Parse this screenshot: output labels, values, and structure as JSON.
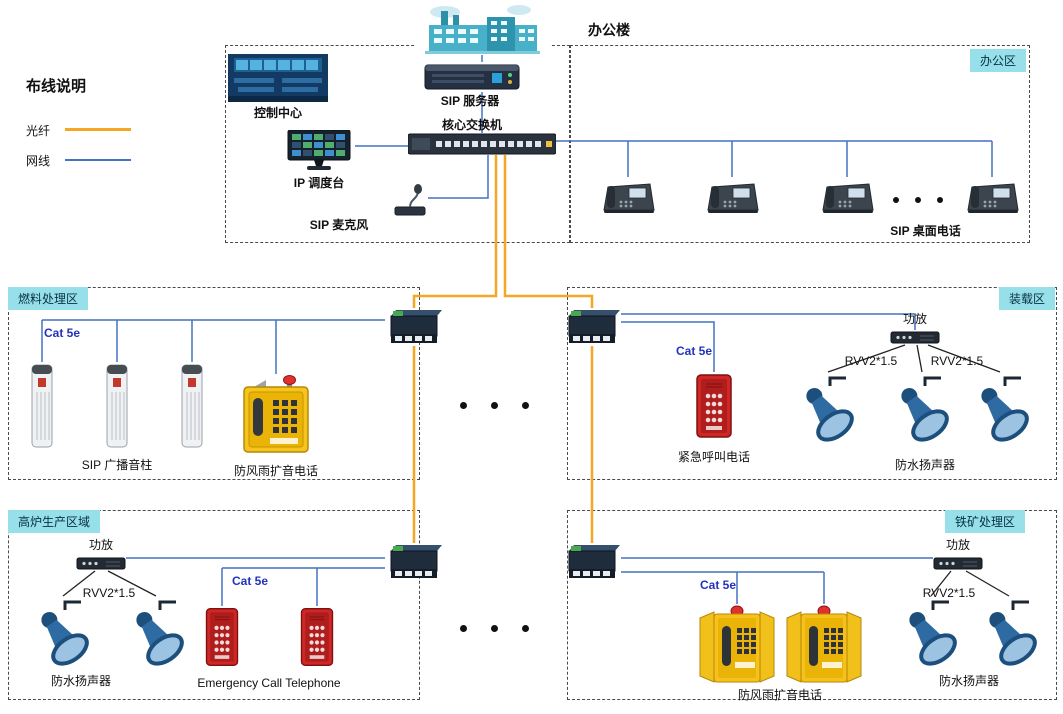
{
  "colors": {
    "fiber": "#F5A623",
    "network": "#4472C4",
    "speaker_wire": "#222222",
    "area_tag_bg": "#97E0EA",
    "area_tag_text": "#06313F"
  },
  "legend": {
    "title": "布线说明",
    "fiber_label": "光纤",
    "network_label": "网线"
  },
  "top": {
    "building_label": "办公楼",
    "control_center_label": "控制中心",
    "sip_server_label": "SIP 服务器",
    "core_switch_label": "核心交换机",
    "dispatch_label": "IP 调度台",
    "mic_label": "SIP 麦克风",
    "office_area_label": "办公区",
    "desk_phone_label": "SIP 桌面电话"
  },
  "areas": {
    "fuel": {
      "name": "燃料处理区",
      "cat5e": "Cat 5e",
      "column_label": "SIP 广播音柱",
      "phone_label": "防风雨扩音电话"
    },
    "loading": {
      "name": "装载区",
      "cat5e": "Cat 5e",
      "amp_label": "功放",
      "rvv1": "RVV2*1.5",
      "rvv2": "RVV2*1.5",
      "emergency_label": "紧急呼叫电话",
      "speaker_label": "防水扬声器"
    },
    "furnace": {
      "name": "高炉生产区域",
      "amp_label": "功放",
      "rvv": "RVV2*1.5",
      "speaker_label": "防水扬声器",
      "emergency_label": "Emergency Call Telephone",
      "cat5e": "Cat 5e"
    },
    "ore": {
      "name": "铁矿处理区",
      "amp_label": "功放",
      "rvv": "RVV2*1.5",
      "speaker_label": "防水扬声器",
      "phone_label": "防风雨扩音电话",
      "cat5e": "Cat 5e"
    }
  }
}
